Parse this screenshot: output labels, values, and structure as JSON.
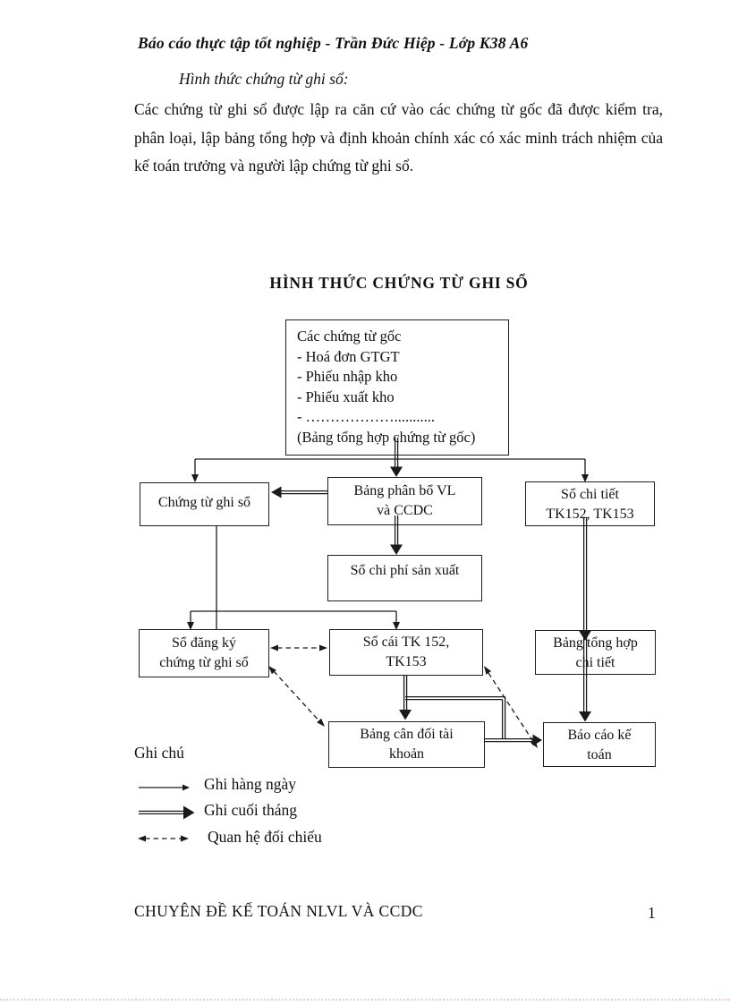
{
  "document": {
    "header": "Báo cáo thực tập tốt nghiệp - Trần Đức Hiệp - Lớp K38 A6",
    "section_heading": "Hình thức chứng từ ghi sổ:",
    "paragraph": "Các chứng từ ghi sổ được lập ra căn cứ vào các chứng từ gốc đã được kiểm tra, phân loại, lập bảng tổng hợp và định khoản chính xác có xác minh trách nhiệm của kế toán trưởng và người lập chứng từ ghi sổ.",
    "footer": {
      "left": "CHUYÊN ĐỀ KẾ TOÁN NLVL VÀ CCDC",
      "page_number": "1"
    }
  },
  "diagram": {
    "title": "HÌNH THỨC CHỨNG TỪ GHI SỔ",
    "boxes": {
      "source_documents": {
        "lines": [
          "Các chứng từ gốc",
          "- Hoá đơn GTGT",
          "- Phiếu nhập kho",
          "- Phiếu xuất kho",
          "- ………………...........",
          "(Bảng tổng hợp chứng từ gốc)"
        ]
      },
      "chung_tu_ghi_so": {
        "lines": [
          "Chứng từ ghi sổ"
        ]
      },
      "bang_phan_bo": {
        "lines": [
          "Bảng phân bổ VL",
          "và CCDC"
        ]
      },
      "so_chi_tiet": {
        "lines": [
          "Sổ chi tiết",
          "TK152, TK153"
        ]
      },
      "so_chi_phi": {
        "lines": [
          "Sổ chi phí sản xuất"
        ]
      },
      "so_dang_ky": {
        "lines": [
          "Sổ đăng ký",
          "chứng từ ghi sổ"
        ]
      },
      "so_cai": {
        "lines": [
          "Sổ cái TK 152,",
          "TK153"
        ]
      },
      "bang_tong_hop": {
        "lines": [
          "Bảng tổng hợp",
          "chi tiết"
        ]
      },
      "bang_can_doi": {
        "lines": [
          "Bảng cân đối tài",
          "khoản"
        ]
      },
      "bao_cao": {
        "lines": [
          "Báo cáo kế",
          "toán"
        ]
      }
    },
    "legend": {
      "heading": "Ghi chú",
      "items": [
        {
          "label": "Ghi hàng ngày",
          "style": "solid-single-arrow"
        },
        {
          "label": "Ghi cuối tháng",
          "style": "solid-double-arrow"
        },
        {
          "label": "Quan hệ đối chiếu",
          "style": "dashed-double-headed-arrow"
        }
      ]
    },
    "colors": {
      "line": "#1a1a1a",
      "text": "#111111",
      "page_edge_dots": "#f0c6de"
    }
  }
}
